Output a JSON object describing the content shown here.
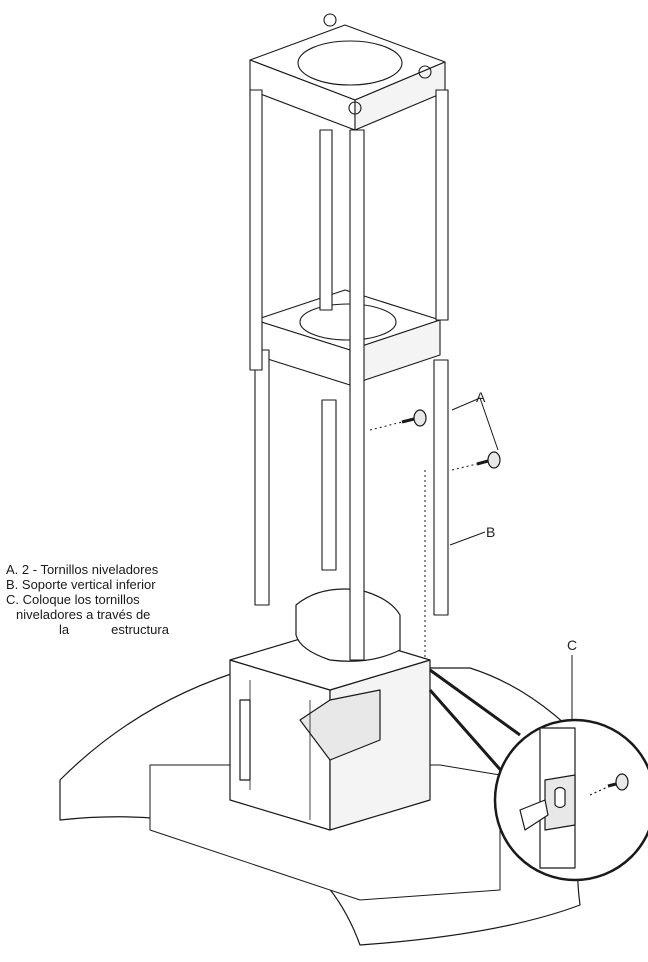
{
  "callouts": {
    "a": "A",
    "b": "B",
    "c": "C"
  },
  "legend": {
    "item_a": "A.  2 - Tornillos niveladores",
    "item_b": "B.  Soporte vertical inferior",
    "item_c_line1": "C.  Coloque los tornillos",
    "item_c_line2": "niveladores a través de",
    "item_c_line3a": "la",
    "item_c_line3b": "estructura"
  },
  "colors": {
    "line": "#1a1a1a",
    "fill": "#ffffff",
    "shade": "#e8e8e8"
  }
}
